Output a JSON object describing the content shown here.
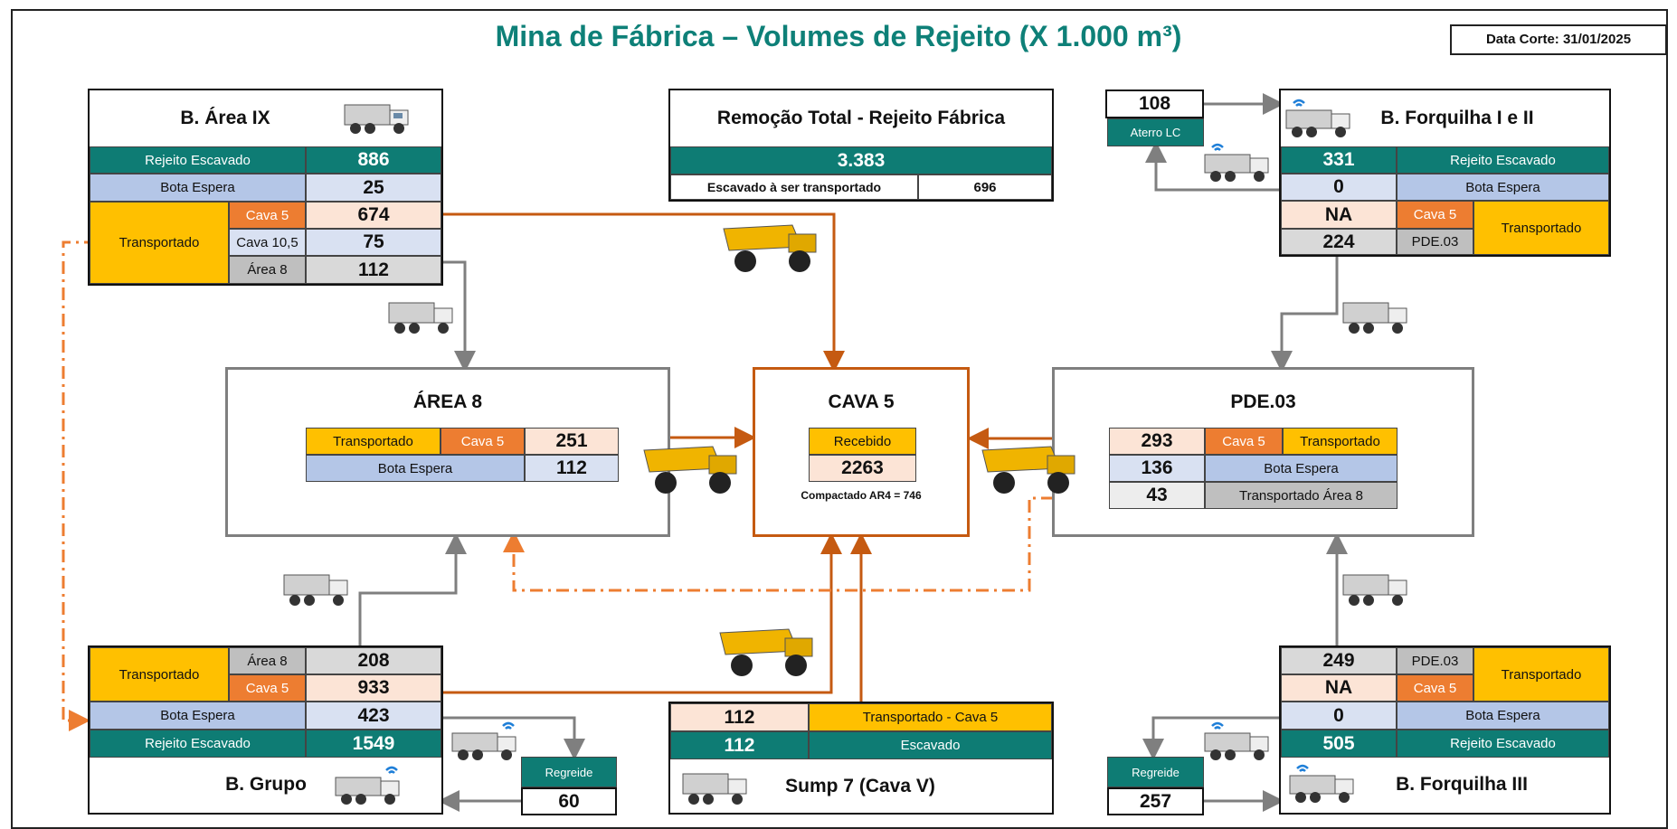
{
  "title": "Mina de Fábrica – Volumes de Rejeito  (X 1.000 m³)",
  "data_corte": "Data Corte: 31/01/2025",
  "colors": {
    "teal": "#0e7c74",
    "orange": "#ed7d31",
    "gold": "#ffc000",
    "flow_orange": "#c55a11",
    "flow_gray": "#7f7f7f"
  },
  "area_ix": {
    "title": "B. Área IX",
    "rejeito_label": "Rejeito Escavado",
    "rejeito_value": "886",
    "bota_label": "Bota Espera",
    "bota_value": "25",
    "transportado_label": "Transportado",
    "rows": [
      {
        "dest": "Cava 5",
        "value": "674"
      },
      {
        "dest": "Cava 10,5",
        "value": "75"
      },
      {
        "dest": "Área 8",
        "value": "112"
      }
    ]
  },
  "remocao": {
    "title": "Remoção Total - Rejeito Fábrica",
    "total": "3.383",
    "escavado_label": "Escavado à ser transportado",
    "escavado_value": "696"
  },
  "forquilha12": {
    "title": "B. Forquilha I e II",
    "aterro_value": "108",
    "aterro_label": "Aterro LC",
    "rejeito_value": "331",
    "rejeito_label": "Rejeito Escavado",
    "bota_value": "0",
    "bota_label": "Bota Espera",
    "transportado_label": "Transportado",
    "rows": [
      {
        "value": "NA",
        "dest": "Cava 5"
      },
      {
        "value": "224",
        "dest": "PDE.03"
      }
    ]
  },
  "area8": {
    "title": "ÁREA 8",
    "transportado_label": "Transportado",
    "dest": "Cava 5",
    "value": "251",
    "bota_label": "Bota Espera",
    "bota_value": "112"
  },
  "cava5": {
    "title": "CAVA 5",
    "recebido_label": "Recebido",
    "recebido_value": "2263",
    "compactado": "Compactado AR4 = 746"
  },
  "pde03": {
    "title": "PDE.03",
    "value1": "293",
    "dest1": "Cava 5",
    "transportado_label": "Transportado",
    "value2": "136",
    "bota_label": "Bota Espera",
    "value3": "43",
    "transp_area8_label": "Transportado Área 8"
  },
  "grupo": {
    "title": "B. Grupo",
    "transportado_label": "Transportado",
    "rows": [
      {
        "dest": "Área 8",
        "value": "208"
      },
      {
        "dest": "Cava 5",
        "value": "933"
      }
    ],
    "bota_label": "Bota Espera",
    "bota_value": "423",
    "rejeito_label": "Rejeito Escavado",
    "rejeito_value": "1549",
    "regreide_label": "Regreide",
    "regreide_value": "60"
  },
  "sump7": {
    "title": "Sump 7 (Cava V)",
    "transp_value": "112",
    "transp_label": "Transportado - Cava 5",
    "escavado_value": "112",
    "escavado_label": "Escavado"
  },
  "forquilha3": {
    "title": "B. Forquilha III",
    "transportado_label": "Transportado",
    "rows": [
      {
        "value": "249",
        "dest": "PDE.03"
      },
      {
        "value": "NA",
        "dest": "Cava 5"
      }
    ],
    "bota_value": "0",
    "bota_label": "Bota Espera",
    "rejeito_value": "505",
    "rejeito_label": "Rejeito Escavado",
    "regreide_label": "Regreide",
    "regreide_value": "257"
  },
  "icons": [
    "dump-truck-icon",
    "haul-truck-icon",
    "wifi-icon"
  ]
}
